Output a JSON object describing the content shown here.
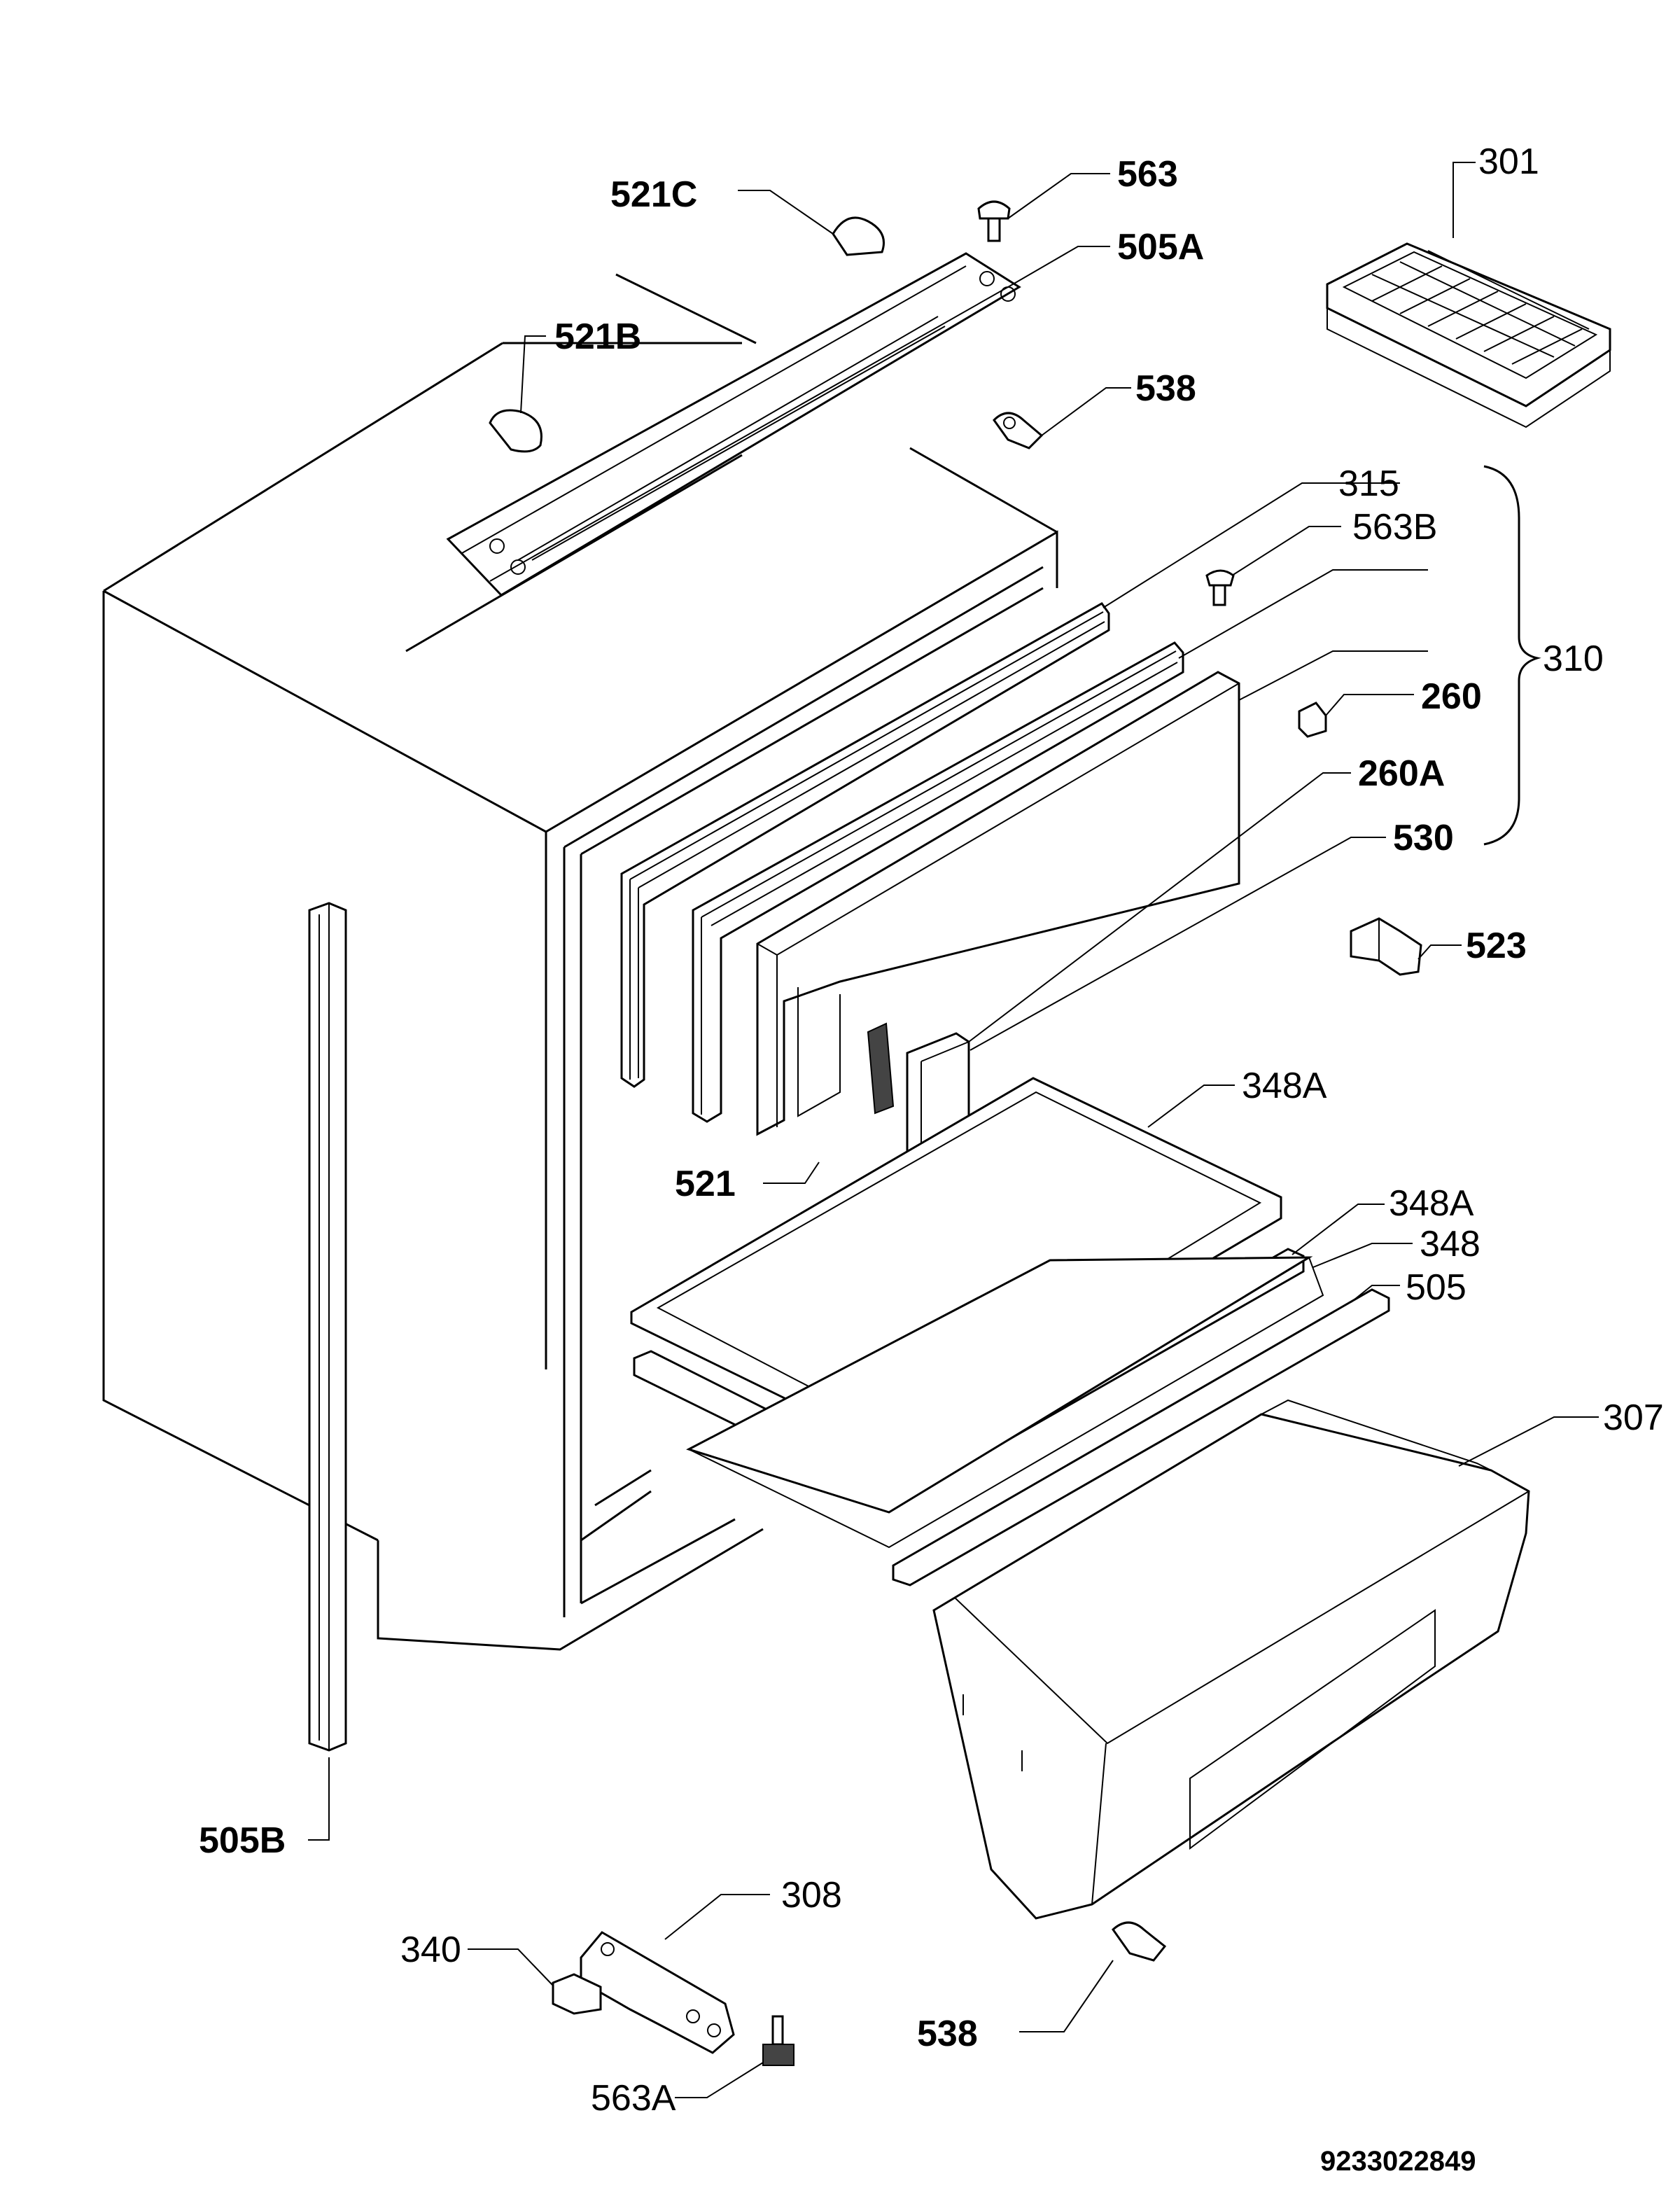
{
  "document_id": "9233022849",
  "labels": {
    "p521c": "521C",
    "p563": "563",
    "p505a": "505A",
    "p301": "301",
    "p521b": "521B",
    "p538_top": "538",
    "p315": "315",
    "p563b": "563B",
    "p310": "310",
    "p260": "260",
    "p260a": "260A",
    "p530": "530",
    "p523": "523",
    "p348a_1": "348A",
    "p521": "521",
    "p348a_2": "348A",
    "p348": "348",
    "p505": "505",
    "p307": "307",
    "p505b": "505B",
    "p308": "308",
    "p340": "340",
    "p538_bottom": "538",
    "p563a": "563A"
  }
}
